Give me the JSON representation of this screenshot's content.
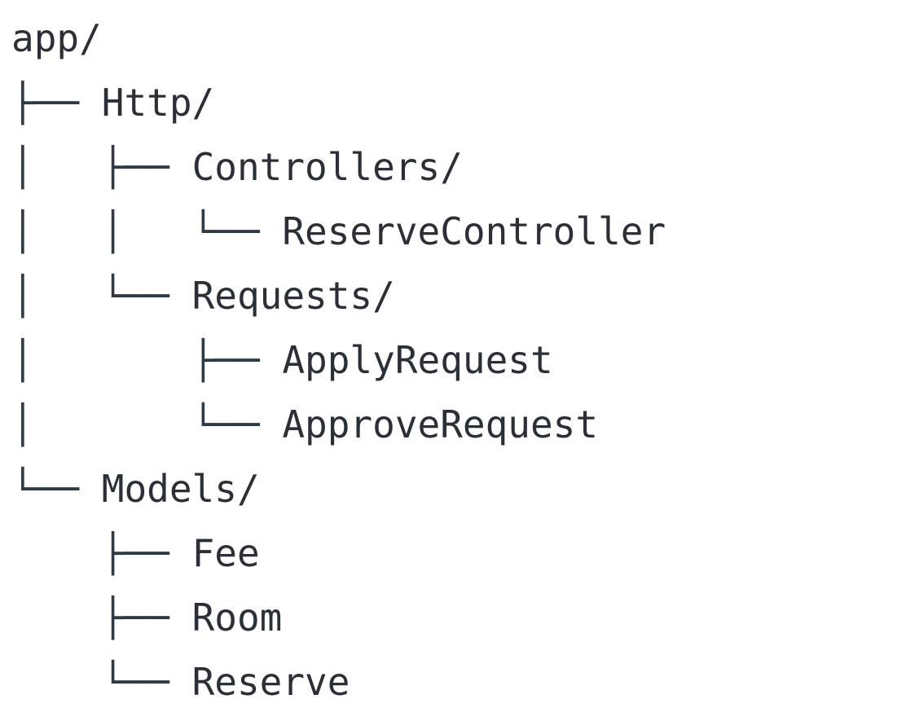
{
  "document": {
    "kind": "directory-tree",
    "root_label": "app/",
    "background_color": "#ffffff",
    "text_color": "#2b3038",
    "font_style": "monospace",
    "total_rows": 11,
    "indent_per_level": "2 columns"
  },
  "tree": {
    "rows": [
      {
        "prefix": "",
        "label": "app/",
        "type": "directory",
        "depth": 0,
        "name": "tree-node-app"
      },
      {
        "prefix": "├── ",
        "label": "Http/",
        "type": "directory",
        "depth": 1,
        "name": "tree-node-http"
      },
      {
        "prefix": "│   ├── ",
        "label": "Controllers/",
        "type": "directory",
        "depth": 2,
        "name": "tree-node-controllers"
      },
      {
        "prefix": "│   │   └── ",
        "label": "ReserveController",
        "type": "file",
        "depth": 3,
        "name": "tree-node-reservecontroller"
      },
      {
        "prefix": "│   └── ",
        "label": "Requests/",
        "type": "directory",
        "depth": 2,
        "name": "tree-node-requests"
      },
      {
        "prefix": "│       ├── ",
        "label": "ApplyRequest",
        "type": "file",
        "depth": 3,
        "name": "tree-node-applyrequest"
      },
      {
        "prefix": "│       └── ",
        "label": "ApproveRequest",
        "type": "file",
        "depth": 3,
        "name": "tree-node-approverequest"
      },
      {
        "prefix": "└── ",
        "label": "Models/",
        "type": "directory",
        "depth": 1,
        "name": "tree-node-models"
      },
      {
        "prefix": "    ├── ",
        "label": "Fee",
        "type": "file",
        "depth": 2,
        "name": "tree-node-fee"
      },
      {
        "prefix": "    ├── ",
        "label": "Room",
        "type": "file",
        "depth": 2,
        "name": "tree-node-room"
      },
      {
        "prefix": "    └── ",
        "label": "Reserve",
        "type": "file",
        "depth": 2,
        "name": "tree-node-reserve"
      }
    ]
  }
}
